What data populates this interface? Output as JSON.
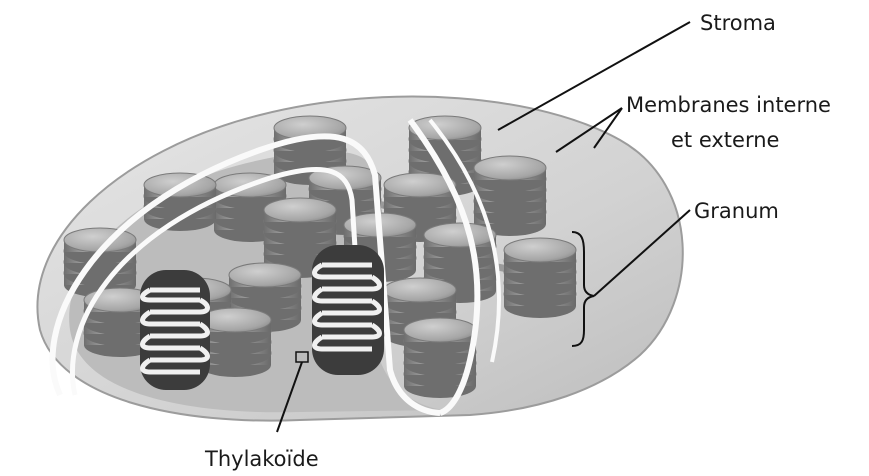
{
  "labels": {
    "stroma": "Stroma",
    "membranes_line1": "Membranes interne",
    "membranes_line2": "et externe",
    "granum": "Granum",
    "thylakoide": "Thylakoïde"
  },
  "colors": {
    "outer_body": "#d9d9d9",
    "stroma": "#c4c4c4",
    "disc_top": "#b3b3b3",
    "disc_side": "#8d8d8d",
    "disc_dark": "#4a4a4a",
    "thylakoid_inner": "#161616",
    "membrane_white": "#fafafa",
    "leader_line": "#111111"
  }
}
